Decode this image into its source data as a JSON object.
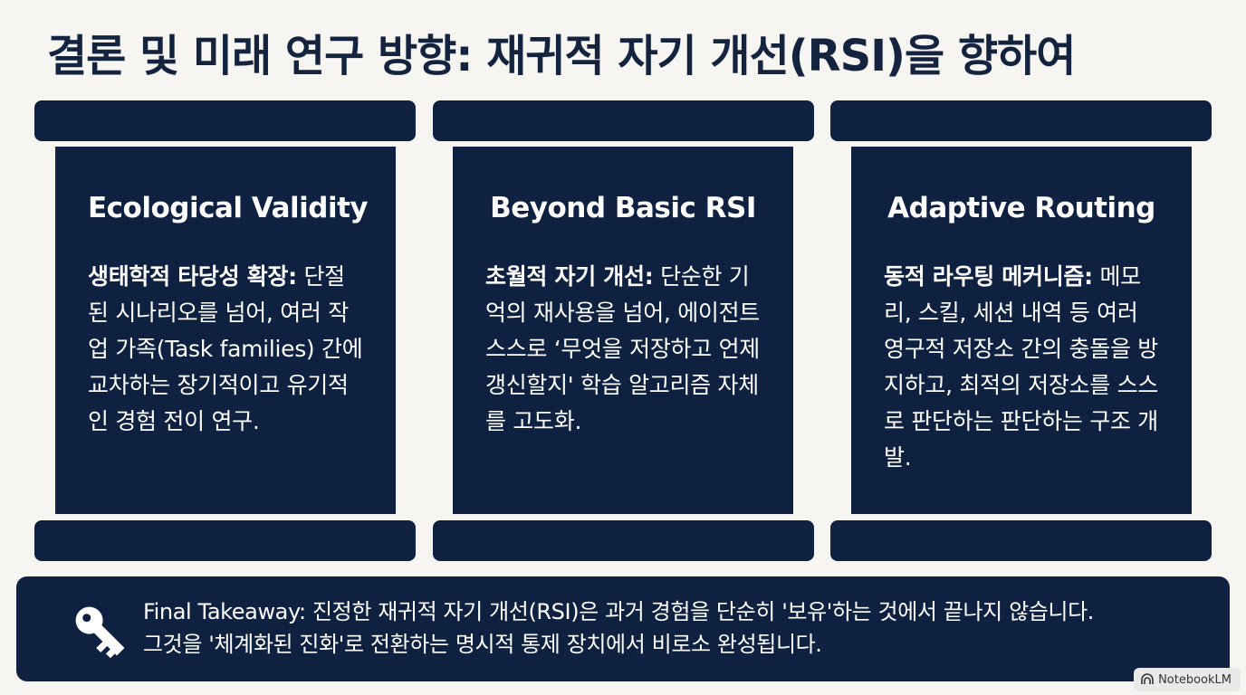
{
  "title": "결론 및 미래 연구 방향: 재귀적 자기 개선(RSI)을 향하여",
  "pillars": [
    {
      "title": "Ecological Validity",
      "lead": "생태학적 타당성 확장:",
      "body": "단절된 시나리오를 넘어, 여러 작업 가족(Task families) 간에 교차하는 장기적이고 유기적인 경험 전이 연구."
    },
    {
      "title": "Beyond Basic RSI",
      "lead": "초월적 자기 개선:",
      "body": "단순한 기억의 재사용을 넘어, 에이전트 스스로 ‘무엇을 저장하고 언제 갱신할지' 학습 알고리즘 자체를 고도화."
    },
    {
      "title": "Adaptive Routing",
      "lead": "동적 라우팅 메커니즘:",
      "body": "메모리, 스킬, 세션 내역 등 여러 영구적 저장소 간의 충돌을 방지하고, 최적의 저장소를 스스로 판단하는 판단하는 구조 개발."
    }
  ],
  "takeaway": {
    "icon": "key-icon",
    "line1": "Final Takeaway: 진정한 재귀적 자기 개선(RSI)은 과거 경험을 단순히 '보유'하는 것에서 끝나지 않습니다.",
    "line2": "그것을 '체계화된 진화'로 전환하는 명시적 통제 장치에서 비로소 완성됩니다."
  },
  "badge": {
    "label": "NotebookLM",
    "icon": "notebooklm-icon"
  },
  "colors": {
    "navy": "#0e2140",
    "title": "#14243f",
    "background": "#f6f5f2"
  }
}
